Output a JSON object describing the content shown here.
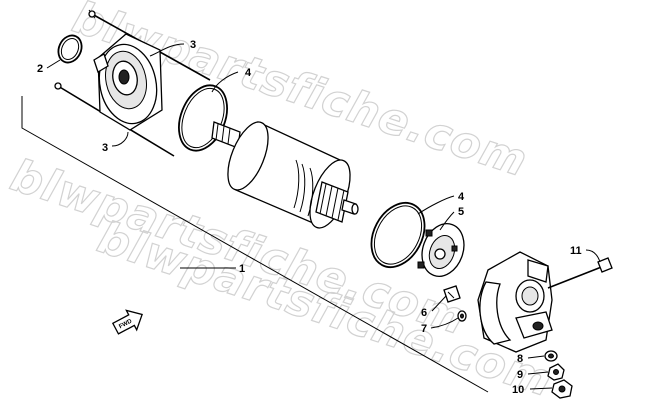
{
  "watermarks": [
    "blwpartsfiche.com",
    "blwpartsfiche.com",
    "blwpartsfiche.com"
  ],
  "callouts": {
    "c1": "1",
    "c2": "2",
    "c3a": "3",
    "c3b": "3",
    "c4a": "4",
    "c4b": "4",
    "c5": "5",
    "c6": "6",
    "c7": "7",
    "c8": "8",
    "c9": "9",
    "c10": "10",
    "c11": "11"
  },
  "fwd_label": "FWD"
}
